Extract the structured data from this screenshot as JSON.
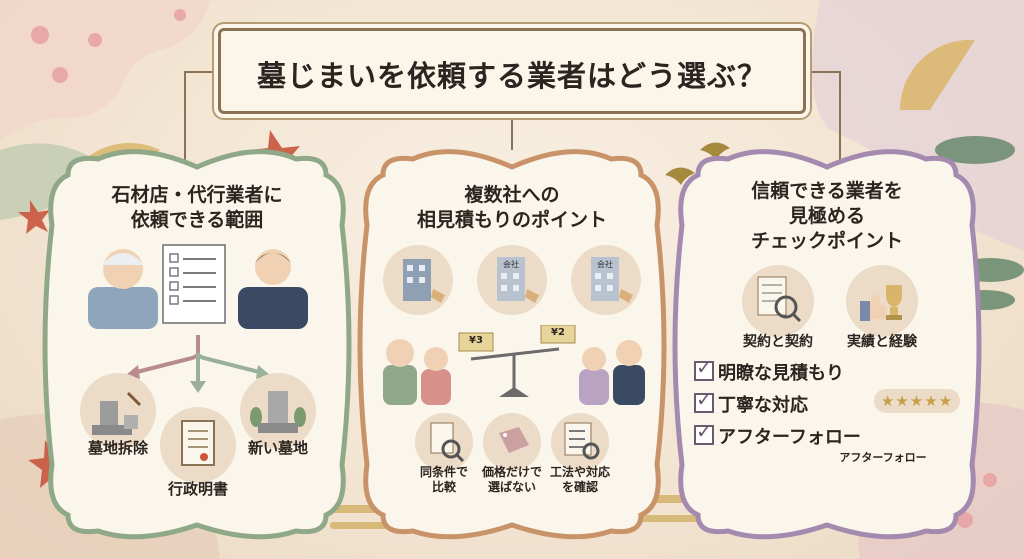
{
  "title": "墓じまいを依頼する業者はどう選ぶ？",
  "panel1": {
    "title_line1": "石材店・代行業者に",
    "title_line2": "依頼できる範囲",
    "items": [
      "墓地拆除",
      "行政明書",
      "新い墓地"
    ]
  },
  "panel2": {
    "title_line1": "複数社への",
    "title_line2": "相見積もりのポイント",
    "company_label": "会社",
    "price_left": "¥3",
    "price_right": "¥2",
    "items": [
      {
        "line1": "同条件で",
        "line2": "比較"
      },
      {
        "line1": "価格だけで",
        "line2": "選ばない"
      },
      {
        "line1": "工法や対応",
        "line2": "を確認"
      }
    ]
  },
  "panel3": {
    "title_line1": "信頼できる業者を",
    "title_line2": "見極める",
    "title_line3": "チェックポイント",
    "icon_labels": [
      "契約と契約",
      "実績と経験"
    ],
    "checks": [
      "明瞭な見積もり",
      "丁寧な対応",
      "アフターフォロー"
    ],
    "footnote": "アフターフォロー"
  },
  "colors": {
    "panel1_border": "#8fa887",
    "panel2_border": "#c9936a",
    "panel3_border": "#a58ab0",
    "title_border": "#8a7355"
  }
}
